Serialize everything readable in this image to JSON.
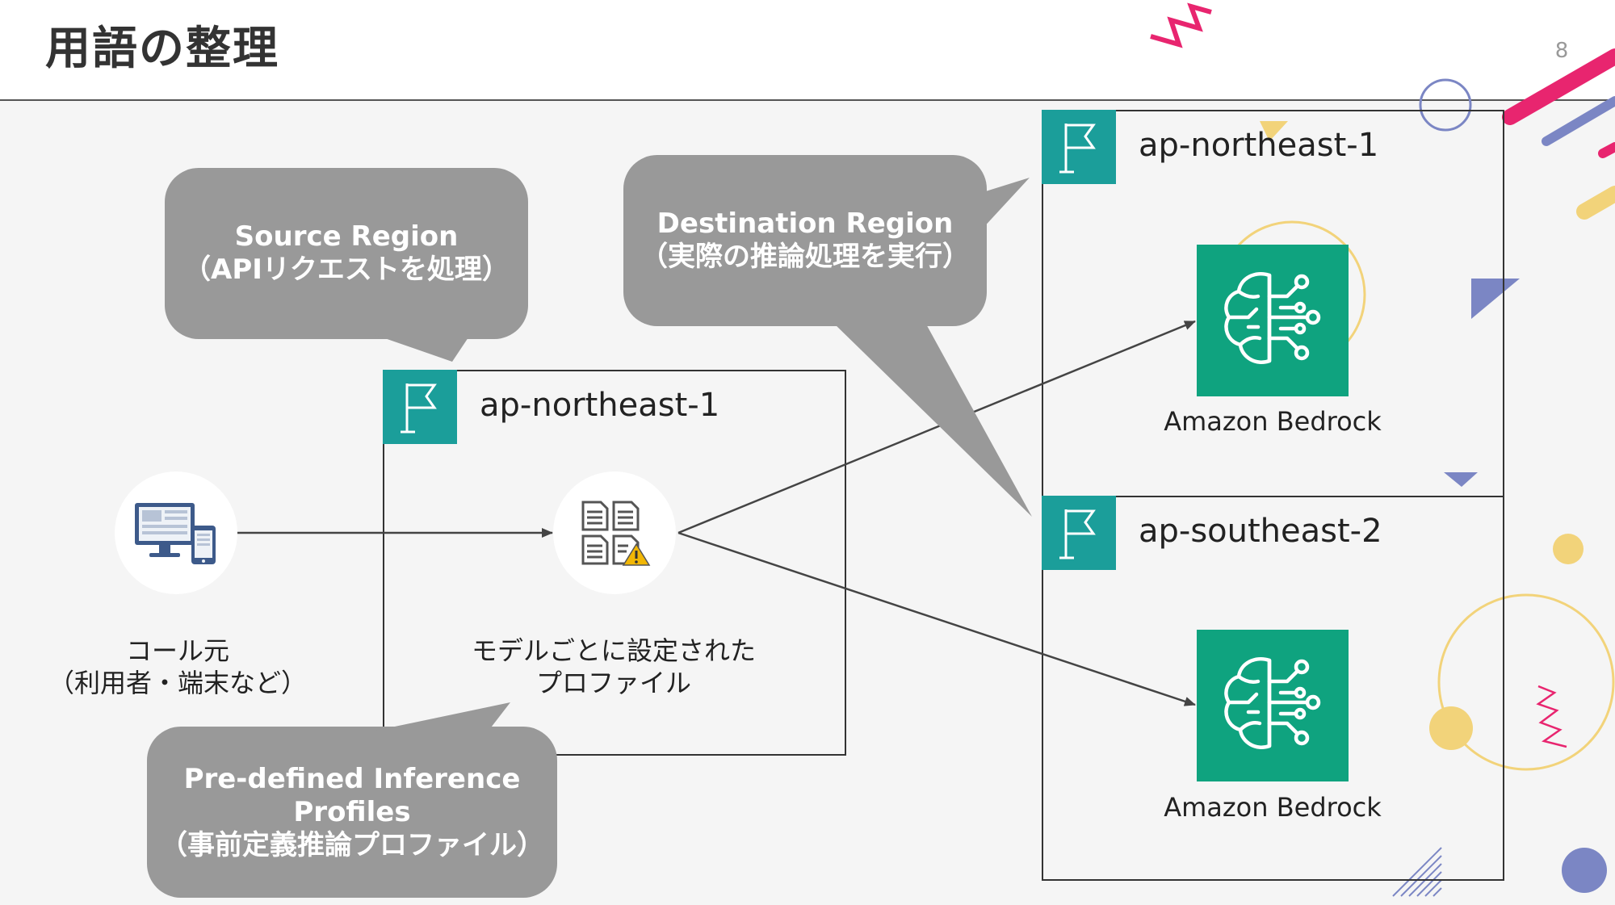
{
  "slide": {
    "title": "用語の整理",
    "page_number": "8"
  },
  "source_region": {
    "region_name": "ap-northeast-1",
    "profile_caption_line1": "モデルごとに設定された",
    "profile_caption_line2": "プロファイル"
  },
  "caller": {
    "caption_line1": "コール元",
    "caption_line2": "（利用者・端末など）"
  },
  "destination_regions": [
    {
      "region_name": "ap-northeast-1",
      "service_label": "Amazon Bedrock"
    },
    {
      "region_name": "ap-southeast-2",
      "service_label": "Amazon Bedrock"
    }
  ],
  "callouts": {
    "source_region": {
      "line1": "Source Region",
      "line2": "（APIリクエストを処理）"
    },
    "destination_region": {
      "line1": "Destination Region",
      "line2": "（実際の推論処理を実行）"
    },
    "inference_profiles": {
      "line1": "Pre-defined Inference",
      "line2": "Profiles",
      "line3": "（事前定義推論プロファイル）"
    }
  },
  "colors": {
    "flag_badge": "#1b9e9a",
    "bedrock_tile": "#0fa37f",
    "callout_fill": "#999999",
    "arrow": "#444444",
    "accent_pink": "#e8256f",
    "accent_yellow": "#f2d37a",
    "accent_blue": "#7b86c4"
  },
  "icons": {
    "region_flag": "flag-icon",
    "caller": "desktop-mobile-icon",
    "profile": "documents-warning-icon",
    "bedrock": "brain-circuit-icon"
  }
}
